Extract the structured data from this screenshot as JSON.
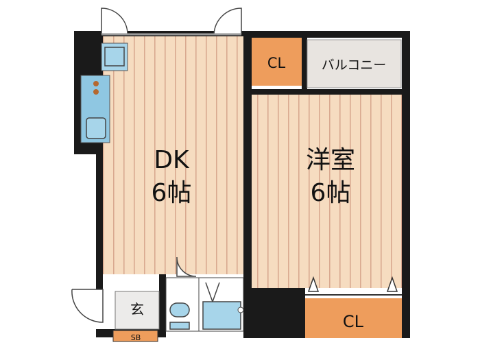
{
  "rooms": {
    "dk": {
      "name": "DK",
      "size": "6帖"
    },
    "western": {
      "name": "洋室",
      "size": "6帖"
    },
    "closet_top": "CL",
    "closet_bottom": "CL",
    "balcony": "バルコニー",
    "entrance": "玄",
    "shoe_box": "SB"
  },
  "colors": {
    "wall": "#1a1a1a",
    "floor": "#f6dcc0",
    "floor_stripe": "#d9a990",
    "closet": "#ee9d5c",
    "balcony": "#e8e4e0",
    "fixture": "#a7d5ea",
    "stove": "#8fc7e2",
    "burner": "#b5682f",
    "entrance": "#ecebea"
  }
}
